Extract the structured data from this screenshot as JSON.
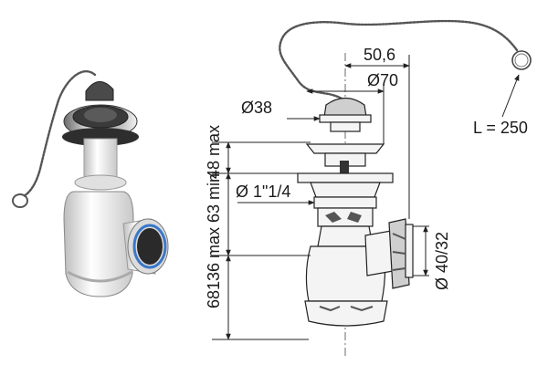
{
  "diagram": {
    "labels": {
      "chain_length": "L = 250",
      "plug_diameter": "Ø38",
      "top_diameter": "Ø70",
      "offset": "50,6",
      "thread": "Ø 1\"1/4",
      "outlet": "Ø 40/32",
      "height_48_max": "48  max",
      "height_136_63": "136 max  63 min",
      "height_68": "68"
    }
  }
}
